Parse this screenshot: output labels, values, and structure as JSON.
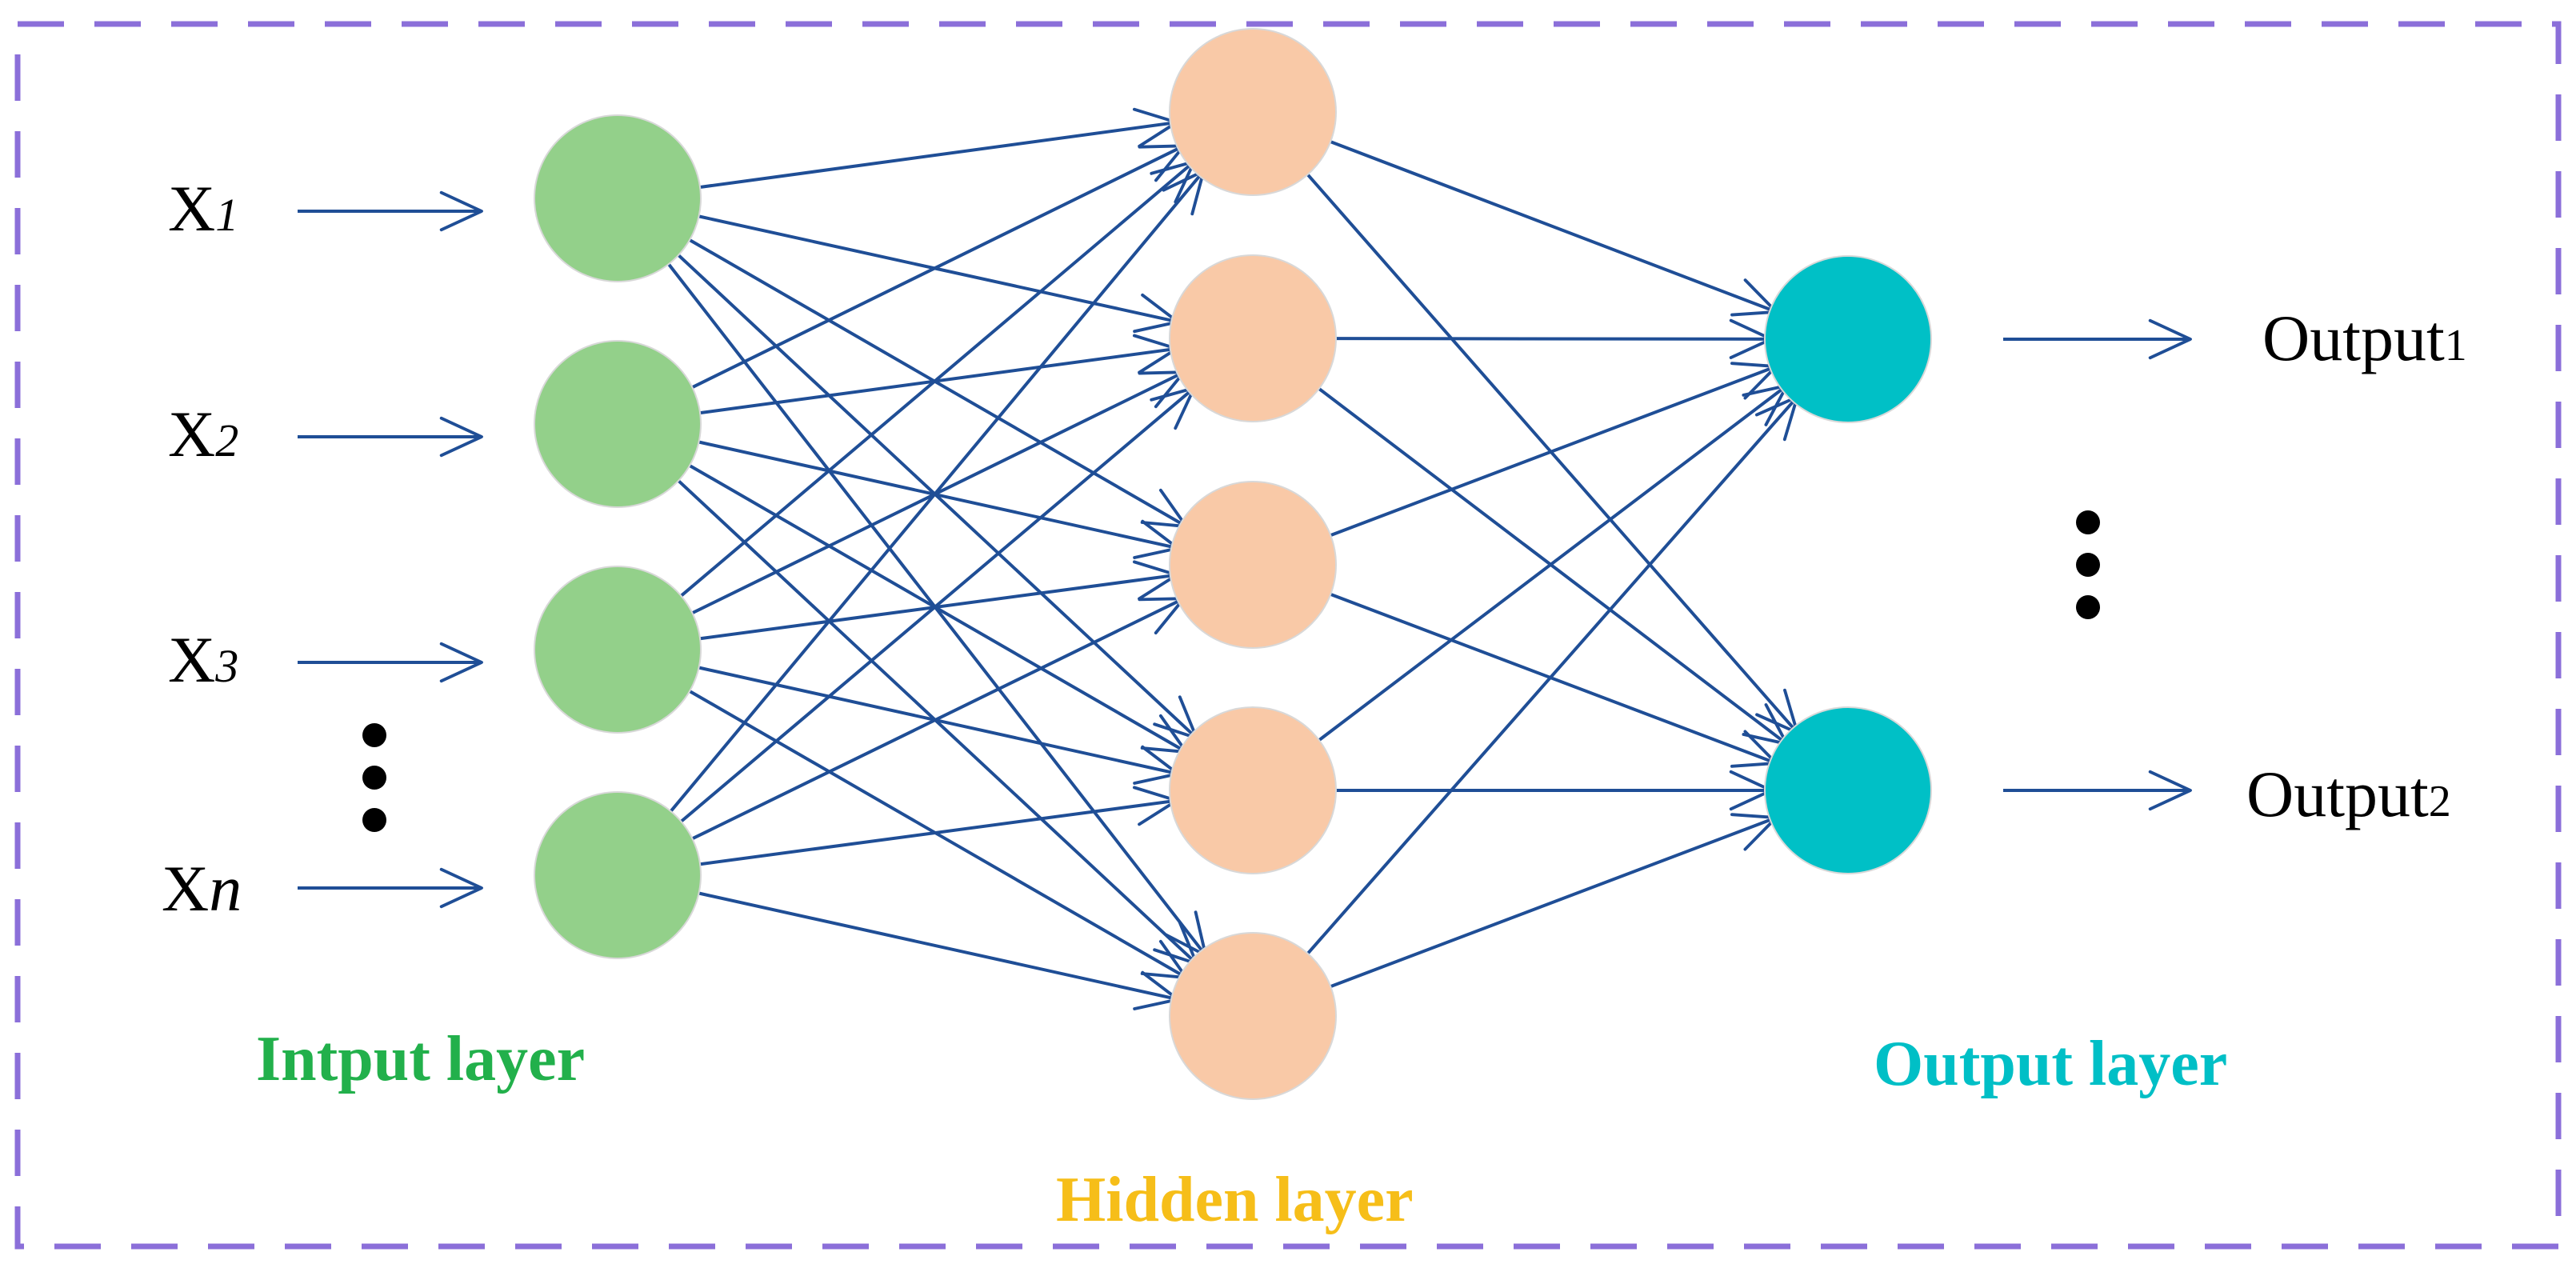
{
  "inputs": [
    {
      "base": "X",
      "sub": "1"
    },
    {
      "base": "X",
      "sub": "2"
    },
    {
      "base": "X",
      "sub": "3"
    },
    {
      "base": "X",
      "sub": "n"
    }
  ],
  "outputs": [
    {
      "base": "Output",
      "sub": "1"
    },
    {
      "base": "Output",
      "sub": "2"
    }
  ],
  "layer_labels": {
    "input": "Intput layer",
    "hidden": "Hidden layer",
    "output": "Output layer"
  },
  "colors": {
    "border": "#8B6FD9",
    "arrow": "#1F4E96",
    "input_node": "#93D08A",
    "hidden_node": "#F9C9A7",
    "output_node": "#00C0C6",
    "input_label": "#22B04B",
    "hidden_label": "#F6BE19",
    "output_label": "#00BFC6",
    "text": "#000000"
  },
  "layers": {
    "input_count": 4,
    "hidden_count": 5,
    "output_count": 2
  }
}
